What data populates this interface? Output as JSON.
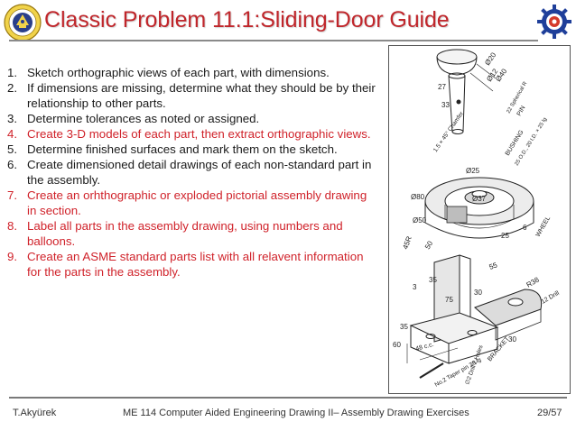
{
  "header": {
    "title": "Classic Problem 11.1:Sliding-Door Guide"
  },
  "list": {
    "items": [
      {
        "num": "1.",
        "text": "Sketch orthographic views of each part, with dimensions.",
        "color": "black"
      },
      {
        "num": "2.",
        "text": "If dimensions are missing, determine what they should be by their relationship to other parts.",
        "color": "black"
      },
      {
        "num": "3.",
        "text": "Determine tolerances as noted or assigned.",
        "color": "black"
      },
      {
        "num": "4.",
        "text": "Create 3-D models of each part, then extract orthographic views.",
        "color": "red"
      },
      {
        "num": "5.",
        "text": "Determine finished surfaces and mark them on the sketch.",
        "color": "black"
      },
      {
        "num": "6.",
        "text": "Create dimensioned detail drawings of each non-standard part in the assembly.",
        "color": "black"
      },
      {
        "num": "7.",
        "text": "Create an orhthographic or exploded pictorial assembly drawing in section.",
        "color": "red"
      },
      {
        "num": "8.",
        "text": "Label all parts in the assembly drawing, using numbers and balloons.",
        "color": "red"
      },
      {
        "num": "9.",
        "text": "Create an ASME standard parts list with all relavent information for the parts in the assembly.",
        "color": "red"
      }
    ]
  },
  "figure": {
    "labels": {
      "d20": "Ø20",
      "d12": "Ø12",
      "d40": "Ø40",
      "n27": "27",
      "n33": "33",
      "spherical": "22 Spherical R",
      "pin": "PIN",
      "chamfer": "1.5 × 45° Chamfer",
      "bushing": "BUSHING",
      "bushing_spec": "25 O.D., 20 I.D. × 25 lg",
      "d25": "Ø25",
      "d80": "Ø80",
      "d37": "Ø37",
      "d50": "Ø50",
      "n25": "25",
      "n6": "6",
      "wheel": "WHEEL",
      "r45": "45R",
      "n50": "50",
      "n55": "55",
      "n35a": "35",
      "n3": "3",
      "n75": "75",
      "n30a": "30",
      "r38": "R38",
      "n12drill": "12 Drill",
      "n35b": "35",
      "n60": "60",
      "n48": "48 c.c.",
      "n30b": "30",
      "bracket": "BRACKET",
      "taper": "No.2 Taper pin 38 lg",
      "drill": "∅2 Drill 2 Holes"
    }
  },
  "footer": {
    "author": "T.Akyürek",
    "course": "ME 114 Computer Aided Engineering Drawing II– Assembly Drawing Exercises",
    "page": "29/57"
  },
  "colors": {
    "title": "#c0262b",
    "red_text": "#d0222a",
    "black_text": "#1a1a1a"
  }
}
